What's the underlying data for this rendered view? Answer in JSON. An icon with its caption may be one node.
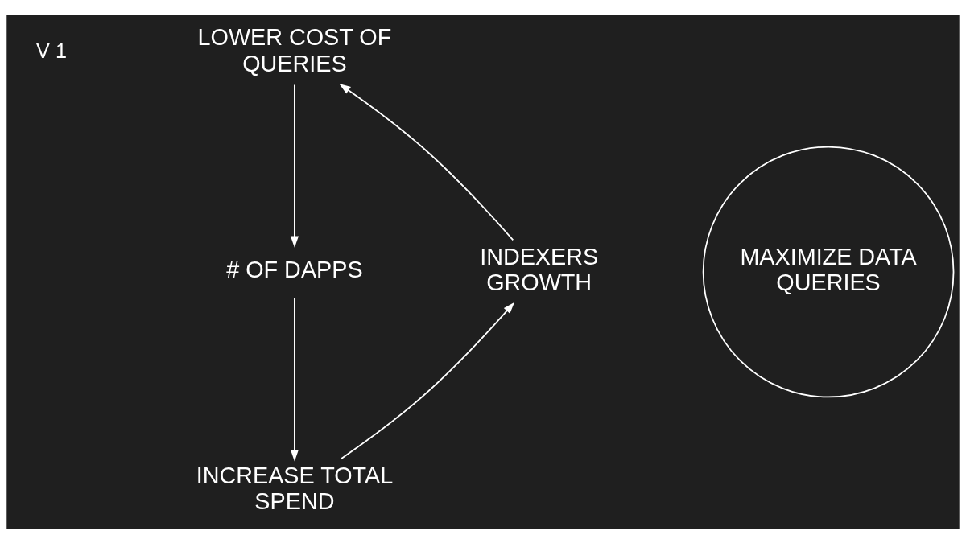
{
  "diagram": {
    "nodes": [
      {
        "text": [
          "LOWER COST OF QUERIES"
        ]
      },
      {
        "text": [
          "INDEXERS GROWTH"
        ]
      },
      {
        "text": [
          "MAXIMIZE DATA QUERIES"
        ]
      },
      {
        "text": [
          "# OF DAPPS"
        ]
      },
      {
        "text": [
          "INCREASE TOTAL SPEND"
        ]
      }
    ],
    "edges": [
      {
        "from": 0,
        "to": 3,
        "arrow": "to"
      },
      {
        "from": 3,
        "to": 4,
        "arrow": "to"
      },
      {
        "from": 4,
        "to": 1,
        "arrow": "to"
      },
      {
        "from": 1,
        "to": 0,
        "arrow": "to"
      }
    ],
    "labels": [
      "V 1"
    ]
  }
}
